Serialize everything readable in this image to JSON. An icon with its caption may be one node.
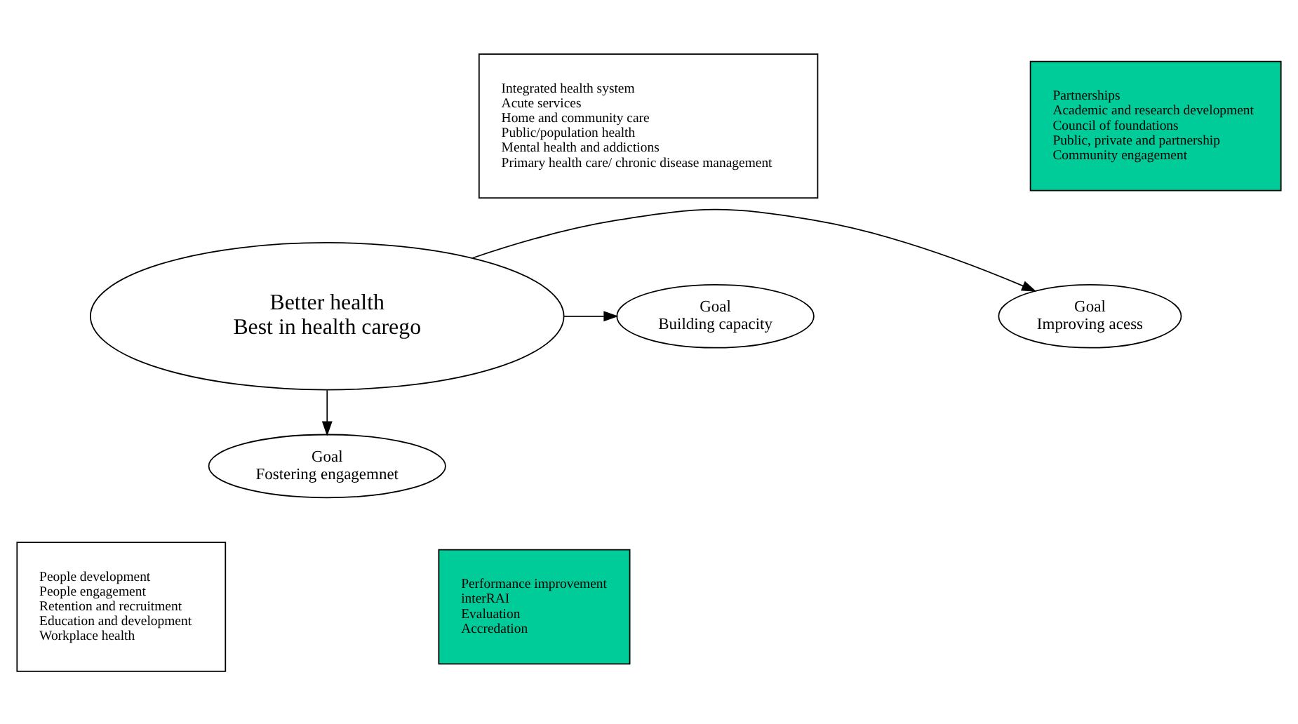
{
  "diagram": {
    "nodes": [
      {
        "text": [
          "Better health",
          "Best in health carego"
        ]
      },
      {
        "text": [
          "Goal",
          "Building capacity"
        ]
      },
      {
        "text": [
          "Goal",
          "Improving acess"
        ]
      },
      {
        "text": [
          "Goal",
          "Fostering engagemnet"
        ]
      },
      {
        "text": [
          "Integrated health system",
          "Acute services",
          "Home and community care",
          "Public/population health",
          "Mental health and addictions",
          "Primary health care/ chronic disease management"
        ]
      },
      {
        "text": [
          "Partnerships",
          "Academic and research development",
          "Council of foundations",
          "Public, private and partnership",
          "Community engagement"
        ]
      },
      {
        "text": [
          "People development",
          "People engagement",
          "Retention and recruitment",
          "Education and development",
          "Workplace health"
        ]
      },
      {
        "text": [
          "Performance improvement",
          "interRAI",
          "Evaluation",
          "Accredation"
        ]
      }
    ],
    "edges": [
      {
        "from": 0,
        "to": 1,
        "arrow": "to"
      },
      {
        "from": 0,
        "to": 2,
        "arrow": "to"
      },
      {
        "from": 0,
        "to": 3,
        "arrow": "to"
      }
    ]
  }
}
